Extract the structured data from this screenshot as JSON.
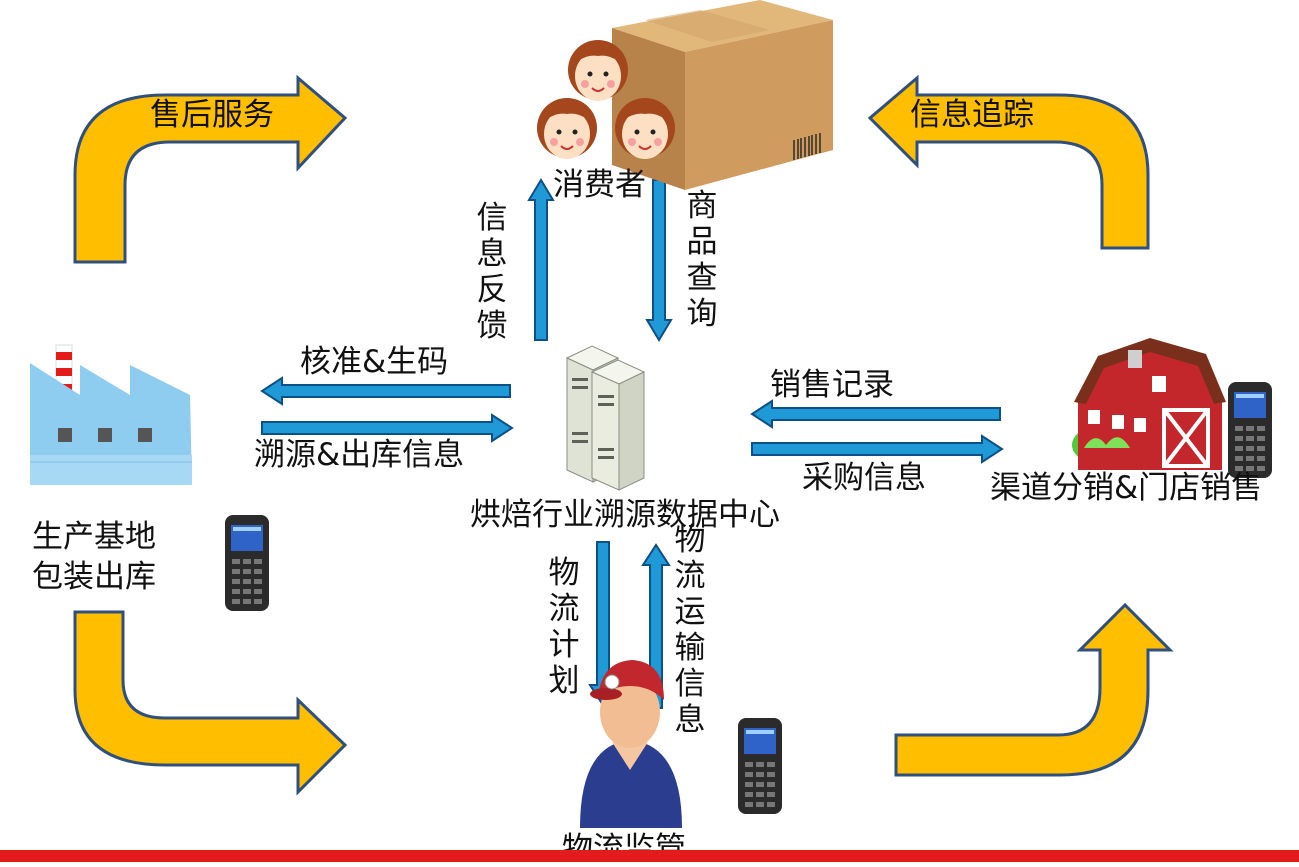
{
  "title": "烘焙行业溯源数据中心",
  "nodes": {
    "consumer": "消费者",
    "production": [
      "生产基地",
      "包装出库"
    ],
    "channel": "渠道分销&门店销售",
    "logistics": "物流监管"
  },
  "curved_arrows": {
    "after_sales": "售后服务",
    "info_tracking": "信息追踪"
  },
  "flows": {
    "info_feedback": [
      "信",
      "息",
      "反",
      "馈"
    ],
    "product_query": [
      "商",
      "品",
      "查",
      "询"
    ],
    "verify_code": "核准&生码",
    "trace_outbound": "溯源&出库信息",
    "sales_record": "销售记录",
    "purchase_info": "采购信息",
    "logistics_plan": [
      "物",
      "流",
      "计",
      "划"
    ],
    "logistics_transport": [
      "物",
      "流",
      "运",
      "输",
      "信",
      "息"
    ]
  },
  "colors": {
    "curved_arrow": "#ffbf00",
    "curved_arrow_edge": "#2f4f7f",
    "flow_arrow": "#1f9ad6",
    "flow_arrow_edge": "#0d4f88",
    "accent_bar": "#e31b1b"
  }
}
